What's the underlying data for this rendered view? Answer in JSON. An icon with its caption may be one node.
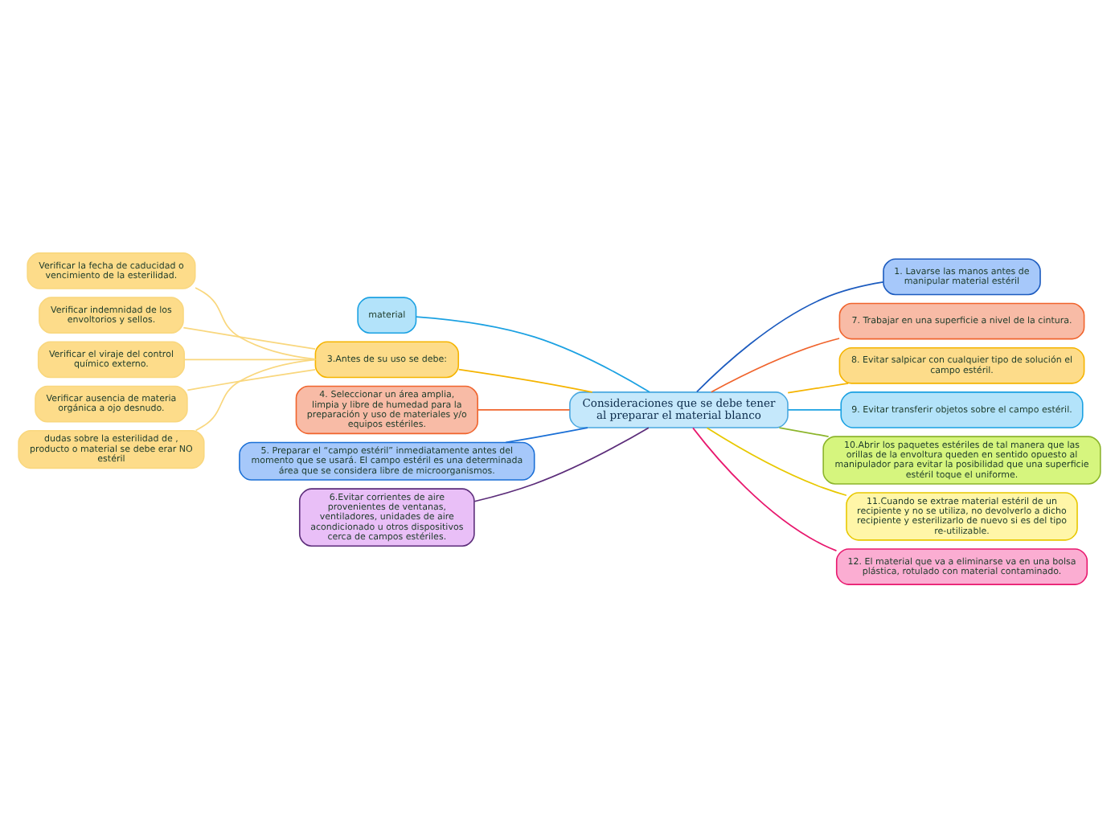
{
  "diagram": {
    "nodes": [
      {
        "text": [
          "Consideraciones que se debe tener al preparar el material blanco"
        ]
      },
      {
        "text": [
          "material"
        ]
      },
      {
        "text": [
          "3.Antes de su uso se debe:"
        ]
      },
      {
        "text": [
          "Verificar la fecha de caducidad o vencimiento de la esterilidad."
        ]
      },
      {
        "text": [
          "Verificar indemnidad de los envoltorios y sellos."
        ]
      },
      {
        "text": [
          "Verificar el viraje del control químico externo."
        ]
      },
      {
        "text": [
          "Verificar ausencia de materia orgánica a ojo desnudo."
        ]
      },
      {
        "text": [
          "dudas sobre la esterilidad de , producto o material se debe erar NO estéril"
        ]
      },
      {
        "text": [
          "4. Seleccionar un área amplia, limpia y libre de humedad para la preparación y uso de materiales y/o equipos estériles."
        ]
      },
      {
        "text": [
          "5. Preparar el “campo estéril” inmediatamente antes del momento que se usará. El campo estéril es una determinada área que se considera libre de microorganismos."
        ]
      },
      {
        "text": [
          "6.Evitar corrientes de aire provenientes de ventanas, ventiladores, unidades de aire acondicionado u otros dispositivos cerca de campos estériles."
        ]
      },
      {
        "text": [
          "1. Lavarse las manos antes de manipular material estéril"
        ]
      },
      {
        "text": [
          "7. Trabajar en una superficie a nivel de la cintura."
        ]
      },
      {
        "text": [
          "8. Evitar salpicar con cualquier tipo de solución el campo estéril."
        ]
      },
      {
        "text": [
          "9. Evitar transferir objetos sobre el campo estéril."
        ]
      },
      {
        "text": [
          "10.Abrir los paquetes estériles de tal manera que las orillas de la envoltura queden en sentido opuesto al manipulador para evitar la posibilidad que una superficie estéril toque el uniforme."
        ]
      },
      {
        "text": [
          "11.Cuando se extrae material estéril de un recipiente y no se utiliza, no devolverlo a dicho recipiente y esterilizarlo de nuevo si es del tipo re-utilizable."
        ]
      },
      {
        "text": [
          "12. El material que va a eliminarse va en una bolsa plástica, rotulado con material contaminado."
        ]
      }
    ],
    "edges": [
      {
        "from": 0,
        "to": 1,
        "arrow": "none",
        "color": "#1ba1e2"
      },
      {
        "from": 0,
        "to": 2,
        "arrow": "none",
        "color": "#f5b400"
      },
      {
        "from": 2,
        "to": 3,
        "arrow": "none",
        "color": "#f9d77e"
      },
      {
        "from": 2,
        "to": 4,
        "arrow": "none",
        "color": "#f9d77e"
      },
      {
        "from": 2,
        "to": 5,
        "arrow": "none",
        "color": "#f9d77e"
      },
      {
        "from": 2,
        "to": 6,
        "arrow": "none",
        "color": "#f9d77e"
      },
      {
        "from": 2,
        "to": 7,
        "arrow": "none",
        "color": "#f9d77e"
      },
      {
        "from": 0,
        "to": 8,
        "arrow": "none",
        "color": "#f0642d"
      },
      {
        "from": 0,
        "to": 9,
        "arrow": "none",
        "color": "#1a6fd6"
      },
      {
        "from": 0,
        "to": 10,
        "arrow": "none",
        "color": "#5c2d7a"
      },
      {
        "from": 0,
        "to": 11,
        "arrow": "none",
        "color": "#1c5bbf"
      },
      {
        "from": 0,
        "to": 12,
        "arrow": "none",
        "color": "#f0642d"
      },
      {
        "from": 0,
        "to": 13,
        "arrow": "none",
        "color": "#f5b400"
      },
      {
        "from": 0,
        "to": 14,
        "arrow": "none",
        "color": "#1aa1e2"
      },
      {
        "from": 0,
        "to": 15,
        "arrow": "none",
        "color": "#8cb52b"
      },
      {
        "from": 0,
        "to": 16,
        "arrow": "none",
        "color": "#e8c800"
      },
      {
        "from": 0,
        "to": 17,
        "arrow": "none",
        "color": "#e8186e"
      }
    ]
  }
}
